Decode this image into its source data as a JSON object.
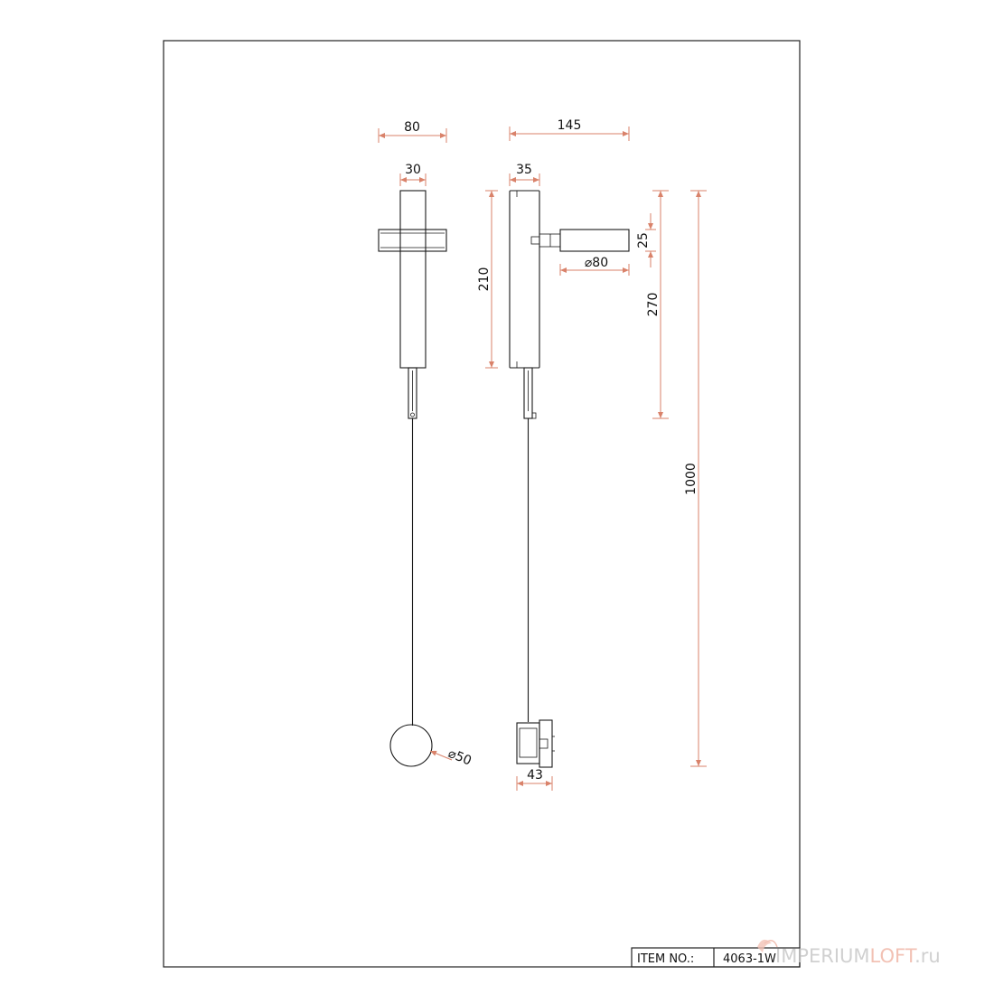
{
  "dimensions": {
    "front_width": "80",
    "front_stem_width": "30",
    "side_width": "145",
    "side_stem_width": "35",
    "side_body_height": "210",
    "head_height": "25",
    "head_diameter": "⌀80",
    "head_drop": "270",
    "total_height": "1000",
    "disc_diameter": "⌀50",
    "base_width": "43"
  },
  "title_block": {
    "label": "ITEM NO.:",
    "value": "4063-1W"
  },
  "watermark": {
    "part1": "IMPERIUM",
    "part2": "LOFT",
    "part3": ".ru"
  },
  "colors": {
    "dimension_line": "#d9826a",
    "outline": "#1a1a1a",
    "watermark_grey": "#c8c8c8",
    "watermark_accent": "#f0b7a8"
  }
}
